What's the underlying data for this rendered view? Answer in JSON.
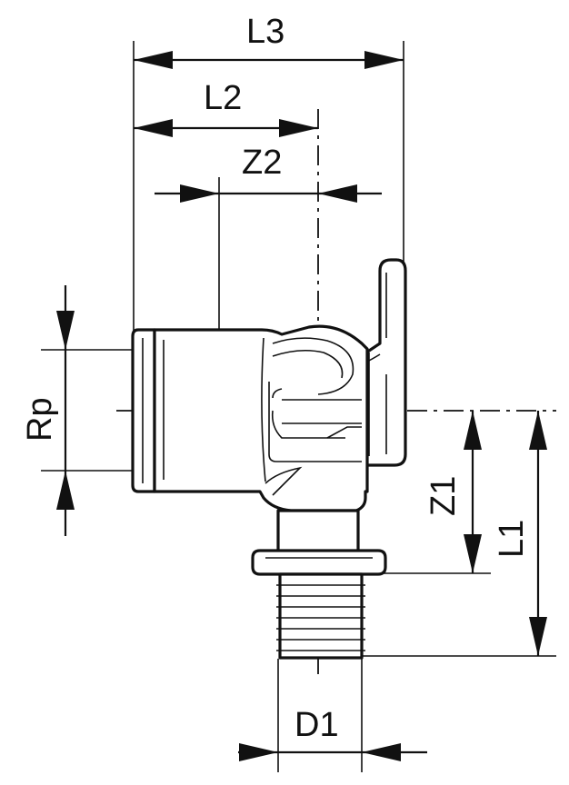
{
  "drawing": {
    "type": "technical-dimension-drawing",
    "line_color": "#111111",
    "background": "#ffffff"
  },
  "dimensions": {
    "l3": "L3",
    "l2": "L2",
    "z2": "Z2",
    "rp": "Rp",
    "z1": "Z1",
    "l1": "L1",
    "d1": "D1"
  }
}
